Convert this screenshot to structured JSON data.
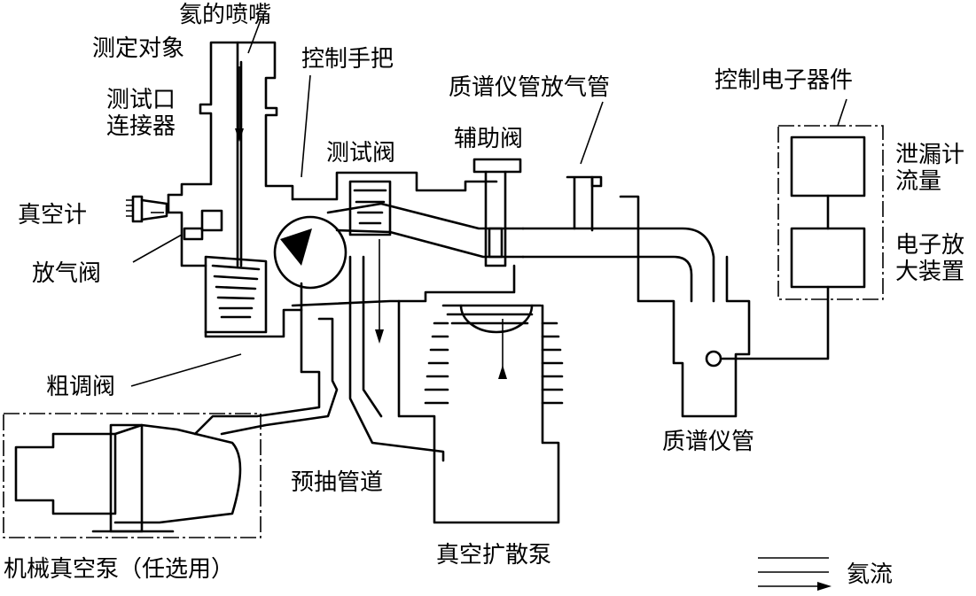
{
  "labels": {
    "helium_nozzle": "氦的喷嘴",
    "test_object": "测定对象",
    "test_port_connector": "测试口\n连接器",
    "vacuum_gauge": "真空计",
    "vent_valve": "放气阀",
    "coarse_valve": "粗调阀",
    "control_handle": "控制手把",
    "test_valve": "测试阀",
    "ms_vent_tube": "质谱仪管放气管",
    "aux_valve": "辅助阀",
    "control_electronics": "控制电子器件",
    "leak_flow": "泄漏计\n流量",
    "amplifier": "电子放\n大装置",
    "mass_spec_tube": "质谱仪管",
    "roughing_line": "预抽管道",
    "diffusion_pump": "真空扩散泵",
    "mech_pump": "机械真空泵（任选用）"
  },
  "legend": {
    "helium_flow": "氦流"
  }
}
